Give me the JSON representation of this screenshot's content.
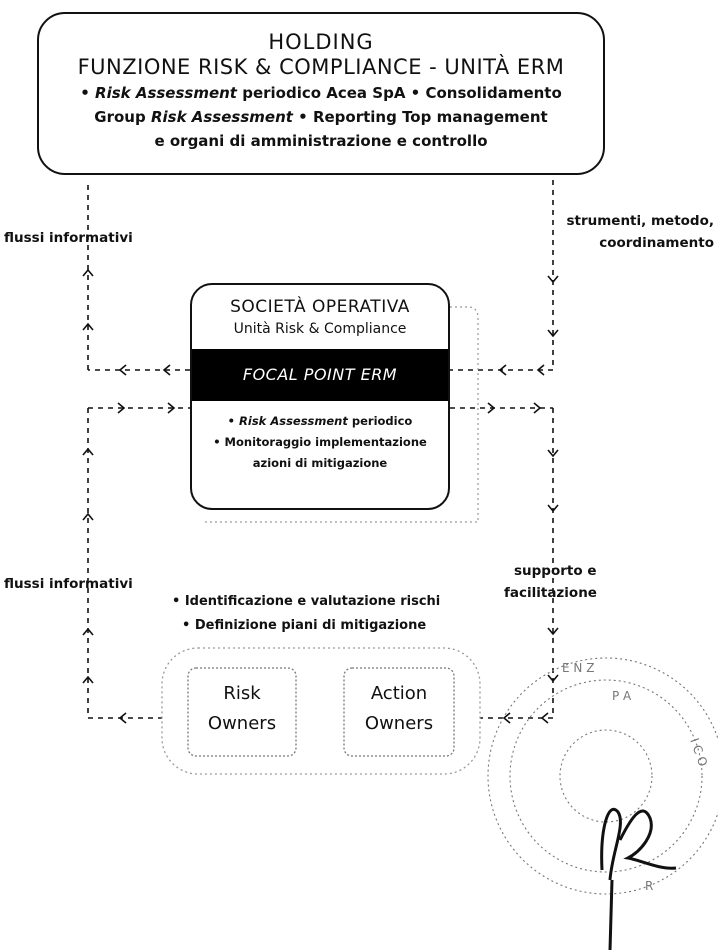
{
  "holding": {
    "title": "HOLDING",
    "function": "FUNZIONE RISK & COMPLIANCE - UNITÀ ERM",
    "line1_a": "• ",
    "line1_b": "Risk Assessment",
    "line1_c": " periodico Acea SpA • Consolidamento",
    "line2_a": "Group ",
    "line2_b": "Risk Assessment",
    "line2_c": "  • Reporting Top management",
    "line3": "e organi di amministrazione e controllo"
  },
  "flows": {
    "info_top": "flussi informativi",
    "tools_1": "strumenti, metodo,",
    "tools_2": "coordinamento",
    "info_bottom": "flussi informativi",
    "support_1": "supporto e",
    "support_2": "facilitazione"
  },
  "operativa": {
    "title": "SOCIETÀ OPERATIVA",
    "unit": "Unità Risk & Compliance",
    "focal": "FOCAL POINT ERM",
    "item1_a": "• ",
    "item1_b": "Risk Assessment",
    "item1_c": " periodico",
    "item2": "• Monitoraggio implementazione",
    "item3": "azioni di mitigazione"
  },
  "owners": {
    "activity1": "• Identificazione e valutazione rischi",
    "activity2": "• Definizione piani di mitigazione",
    "risk_1": "Risk",
    "risk_2": "Owners",
    "action_1": "Action",
    "action_2": "Owners"
  },
  "colors": {
    "ink": "#111111",
    "focal_bg": "#000000",
    "focal_text": "#ffffff",
    "seal": "#777777"
  },
  "seal": {
    "text": "ENZ  O  PA  ICO  R"
  }
}
